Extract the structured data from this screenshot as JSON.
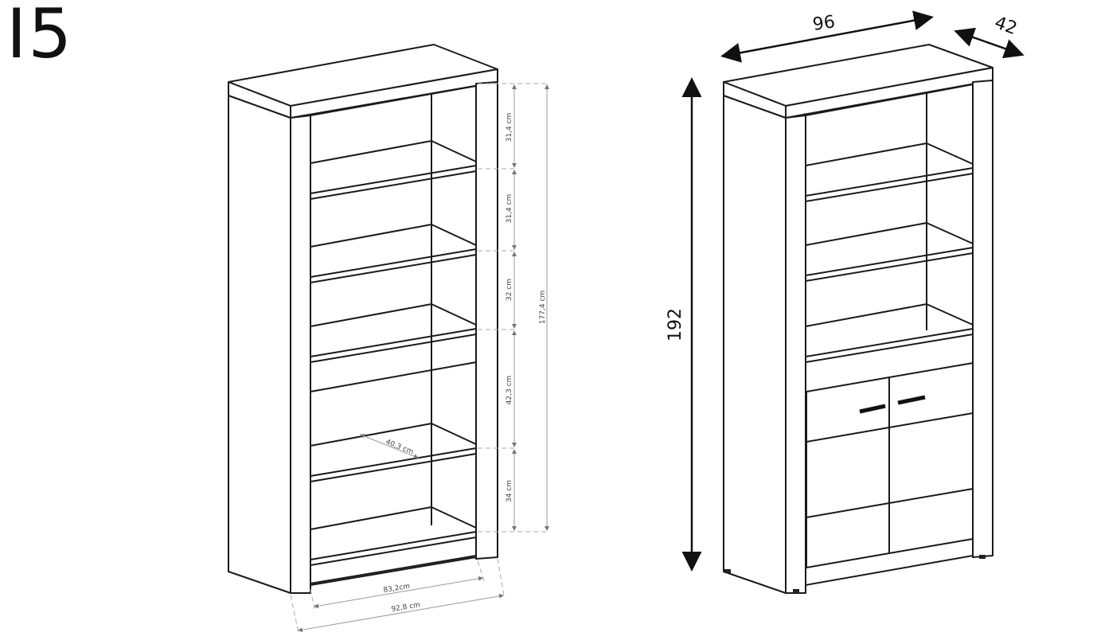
{
  "model_code": "I5",
  "open_bookcase": {
    "shelf_heights": [
      "31,4 cm",
      "31,4 cm",
      "32 cm",
      "42,3 cm",
      "34 cm"
    ],
    "inner_height": "177,4 cm",
    "shelf_depth": "40,3 cm",
    "inner_width": "83,2cm",
    "outer_width": "92,8 cm"
  },
  "cabinet_with_doors": {
    "width": "96",
    "depth": "42",
    "height": "192"
  }
}
